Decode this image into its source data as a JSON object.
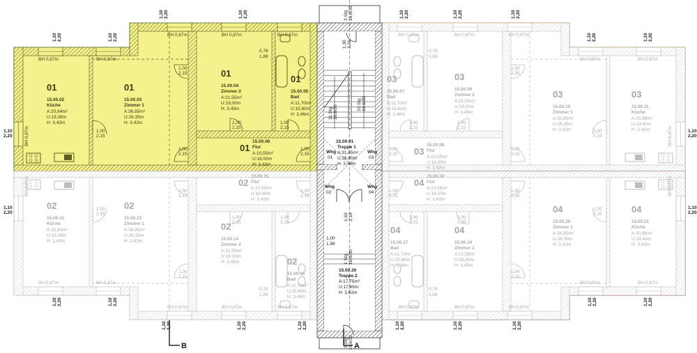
{
  "colors": {
    "highlight_fill": "#f3f28c",
    "highlight_line": "#5d5d22",
    "inactive_line": "#bdbdbd",
    "stair_line": "#2a2a2a",
    "unit03_border": "#d9b35a",
    "unit04_border": "#c27a92"
  },
  "units": [
    "01",
    "02",
    "03",
    "04"
  ],
  "rooms": [
    {
      "unit": "01",
      "id": "15.00.02",
      "name": "Küche",
      "area": "A:20,84m²",
      "perimeter": "U:19,38m",
      "height": "H:  3,42m"
    },
    {
      "unit": "01",
      "id": "15.00.03",
      "name": "Zimmer 1",
      "area": "A:36,85m²",
      "perimeter": "U:26,35m",
      "height": "H:  3,42m"
    },
    {
      "unit": "01",
      "id": "15.00.04",
      "name": "Zimmer 2",
      "area": "A:21,55m²",
      "perimeter": "U:19,00m",
      "height": "H:  3,45m"
    },
    {
      "unit": "01",
      "id": "15.00.05",
      "name": "Bad",
      "area": "A:11,70m²",
      "perimeter": "U:15,80m",
      "height": "H:  3,46m"
    },
    {
      "unit": "01",
      "id": "15.00.06",
      "name": "Flur",
      "area": "A:10,55m²",
      "perimeter": "U:16,00m",
      "height": "H:  3,42m"
    },
    {
      "unit": "02",
      "id": "15.00.12",
      "name": "Küche",
      "area": "A:20,84m²",
      "perimeter": "U:19,38m",
      "height": "H:  3,42m"
    },
    {
      "unit": "02",
      "id": "15.00.13",
      "name": "Zimmer 1",
      "area": "A:36,85m²",
      "perimeter": "U:26,35m",
      "height": "H:  3,42m"
    },
    {
      "unit": "02",
      "id": "15.00.14",
      "name": "Zimmer 2",
      "area": "A:21,55m²",
      "perimeter": "U:19,00m",
      "height": "H:  3,45m"
    },
    {
      "unit": "02",
      "id": "15.00.16",
      "name": "Bad",
      "area": "A:11,70m²",
      "perimeter": "U:15,80m",
      "height": "H:  3,46m"
    },
    {
      "unit": "02",
      "id": "15.00.15",
      "name": "Flur",
      "area": "A:10,55m²",
      "perimeter": "U:16,00m",
      "height": "H:  3,42m"
    },
    {
      "unit": "03",
      "id": "15.00.07",
      "name": "Bad",
      "area": "A:11,70m²",
      "perimeter": "U:15,60m",
      "height": "H:  3,48m"
    },
    {
      "unit": "03",
      "id": "15.00.09",
      "name": "Zimmer 2",
      "area": "A:21,55m²",
      "perimeter": "U:19,00m",
      "height": "H:  3,45m"
    },
    {
      "unit": "03",
      "id": "15.00.08",
      "name": "Flur",
      "area": "A:10,55m²",
      "perimeter": "U:16,00m",
      "height": "H:  3,42m"
    },
    {
      "unit": "03",
      "id": "15.00.10",
      "name": "Zimmer 1",
      "area": "A:30,85m²",
      "perimeter": "U:26,35m",
      "height": "H:  3,42m"
    },
    {
      "unit": "03",
      "id": "15.00.11",
      "name": "Küche",
      "area": "A:20,86m²",
      "perimeter": "U:19,42m",
      "height": "H:  3,42m"
    },
    {
      "unit": "04",
      "id": "15.00.18",
      "name": "Flur",
      "area": "A:10,55m²",
      "perimeter": "U:16,00m",
      "height": "H:  3,42m"
    },
    {
      "unit": "04",
      "id": "15.00.17",
      "name": "Bad",
      "area": "A:11,70m²",
      "perimeter": "U:15,80m",
      "height": "H:  3,46m"
    },
    {
      "unit": "04",
      "id": "15.00.19",
      "name": "Zimmer 2",
      "area": "A:21,55m²",
      "perimeter": "U:19,00m",
      "height": "H:  3,45m"
    },
    {
      "unit": "04",
      "id": "15.00.20",
      "name": "Zimmer 1",
      "area": "A:36,85m²",
      "perimeter": "U:26,35m",
      "height": "H:  3,42m"
    },
    {
      "unit": "04",
      "id": "15.00.21",
      "name": "Küche",
      "area": "A:20,86m²",
      "perimeter": "U:19,42m",
      "height": "H:  3,42m"
    }
  ],
  "stair_rooms": [
    {
      "id": "15.00.01",
      "name": "Treppe 1",
      "area": "A:31,65m²",
      "perimeter": "U:26,80m",
      "height": "H:  3,44m"
    },
    {
      "id": "15.00.20",
      "name": "Treppe 2",
      "area": "A:17,75m²",
      "perimeter": "U:17,65m",
      "height": "H:  3,62m"
    }
  ],
  "labels": {
    "door_width": "1,00",
    "door_height": "2,15",
    "window_width": "1,10",
    "window_height": "2,20",
    "sill_height": "BH 0,87m",
    "bath_opening_width": "0,78",
    "bath_opening_height": "1,88",
    "stair_door_width": "1,63",
    "stair_door_height": "2,10",
    "stair_opening_width": "1,00",
    "stair_opening_height": "1,98",
    "entry_door_width": "1,30",
    "entry_door_height": "2,31"
  },
  "stairs": {
    "flight1_steps": "11 Stg",
    "flight1_ratio": "16,6/30",
    "flight2_steps": "10 Stg",
    "flight2_ratio": "16,6/30",
    "entry_steps_top": "3 Stg",
    "entry_ratio_top": "16,6/32",
    "mid_steps": "1 Stg",
    "mid_ratio": "16,6/30",
    "entry_steps_bottom": "3 Stg",
    "entry_ratio_bottom": "16,6/32"
  },
  "apartments": [
    {
      "prefix": "Whg",
      "number": "01"
    },
    {
      "prefix": "Whg",
      "number": "03"
    },
    {
      "prefix": "Whg",
      "number": "02"
    },
    {
      "prefix": "Whg",
      "number": "04"
    }
  ],
  "sections": [
    "A",
    "B"
  ]
}
